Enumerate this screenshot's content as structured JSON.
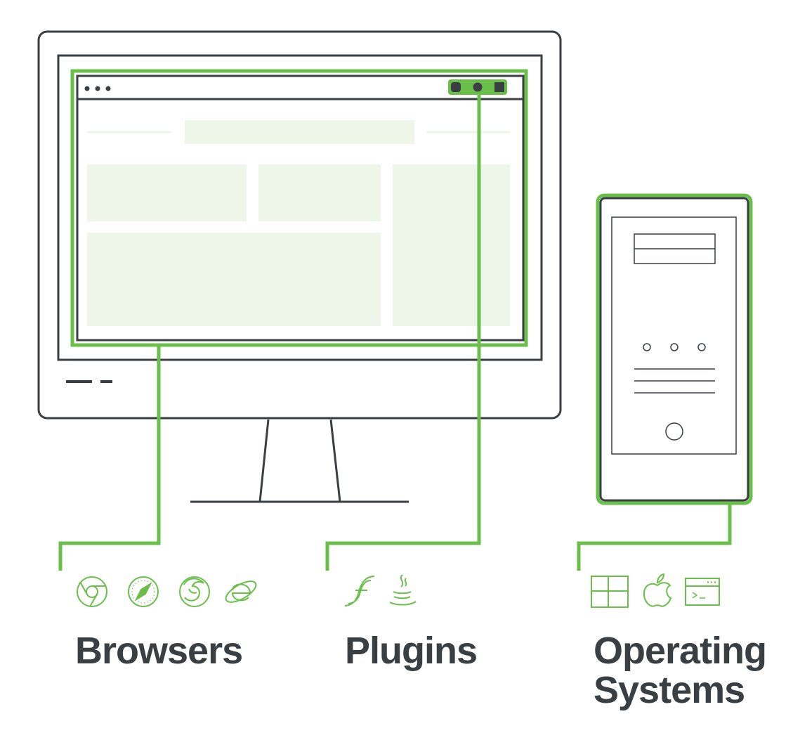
{
  "colors": {
    "accent": "#6abf4b",
    "outline": "#3a3f44",
    "placeholder": "#eef5e9",
    "text": "#3a3f44",
    "background": "#ffffff"
  },
  "groups": [
    {
      "key": "browsers",
      "label": "Browsers",
      "icons": [
        "chrome-icon",
        "safari-icon",
        "firefox-icon",
        "internet-explorer-icon"
      ]
    },
    {
      "key": "plugins",
      "label": "Plugins",
      "icons": [
        "flash-icon",
        "java-icon"
      ]
    },
    {
      "key": "operating_systems",
      "label_line1": "Operating",
      "label_line2": "Systems",
      "icons": [
        "windows-icon",
        "apple-icon",
        "terminal-icon"
      ]
    }
  ]
}
